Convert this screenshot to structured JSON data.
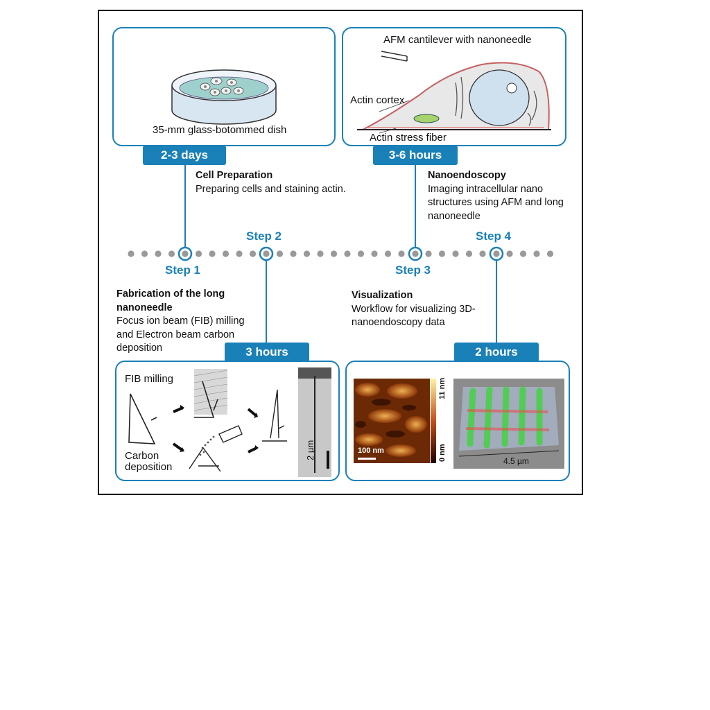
{
  "panel1": {
    "caption": "35-mm glass-botommed dish",
    "duration": "2-3 days"
  },
  "panel2": {
    "label_cantilever": "AFM cantilever with nanoneedle",
    "label_cortex": "Actin cortex",
    "label_stress": "Actin stress fiber",
    "duration": "3-6 hours"
  },
  "panel3": {
    "label_fib": "FIB milling",
    "label_carbon": "Carbon deposition",
    "scale_bar": "2 µm",
    "duration": "3 hours"
  },
  "panel4": {
    "scale_bar": "100 nm",
    "cbar_max": "11 nm",
    "cbar_min": "0 nm",
    "width_label": "4.5 µm",
    "duration": "2 hours"
  },
  "timeline": {
    "step1": "Step 1",
    "step2": "Step 2",
    "step3": "Step 3",
    "step4": "Step 4"
  },
  "descriptions": {
    "cell_prep_title": "Cell Preparation",
    "cell_prep_body": "Preparing cells and staining actin.",
    "nano_title": "Nanoendoscopy",
    "nano_body": "Imaging intracellular nano structures using AFM and long nanoneedle",
    "fab_title": "Fabrication of the long nanoneedle",
    "fab_body": "Focus ion beam (FIB) milling and Electron beam carbon deposition",
    "vis_title": "Visualization",
    "vis_body": "Workflow for visualizing 3D-nanoendoscopy data"
  },
  "colors": {
    "accent": "#1a80b8",
    "dot": "#999999"
  }
}
